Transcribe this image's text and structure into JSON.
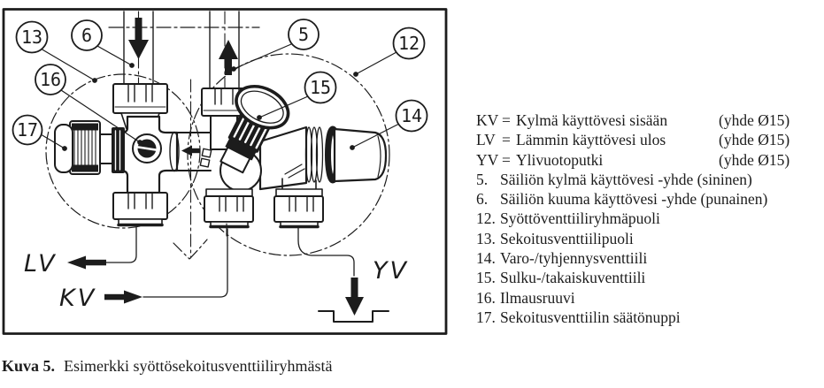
{
  "figure": {
    "caption_label": "Kuva 5.",
    "caption_text": "Esimerkki syöttösekoitusventtiiliryhmästä"
  },
  "diagram": {
    "callouts": {
      "c13": "13",
      "c6": "6",
      "c5": "5",
      "c12": "12",
      "c16": "16",
      "c17": "17",
      "c15": "15",
      "c14": "14"
    },
    "flow": {
      "lv": "LV",
      "kv": "KV",
      "yv": "YV"
    }
  },
  "legend": {
    "rows": [
      {
        "label": "KV",
        "eq": "=",
        "text": "Kylmä käyttövesi sisään",
        "note": "(yhde Ø15)",
        "indent": "abbr"
      },
      {
        "label": "LV",
        "eq": "=",
        "text": "Lämmin käyttövesi ulos",
        "note": "(yhde Ø15)",
        "indent": "abbr"
      },
      {
        "label": "YV",
        "eq": "=",
        "text": "Ylivuotoputki",
        "note": "(yhde Ø15)",
        "indent": "abbr"
      },
      {
        "label": "5.",
        "eq": "",
        "text": "Säiliön kylmä käyttövesi -yhde (sininen)",
        "note": "",
        "indent": "num"
      },
      {
        "label": "6.",
        "eq": "",
        "text": "Säiliön kuuma käyttövesi -yhde (punainen)",
        "note": "",
        "indent": "num"
      },
      {
        "label": "12.",
        "eq": "",
        "text": "Syöttöventtiiliryhmäpuoli",
        "note": "",
        "indent": "num"
      },
      {
        "label": "13.",
        "eq": "",
        "text": "Sekoitusventtiilipuoli",
        "note": "",
        "indent": "num"
      },
      {
        "label": "14.",
        "eq": "",
        "text": "Varo-/tyhjennysventtiili",
        "note": "",
        "indent": "num"
      },
      {
        "label": "15.",
        "eq": "",
        "text": "Sulku-/takaiskuventtiili",
        "note": "",
        "indent": "num"
      },
      {
        "label": "16.",
        "eq": "",
        "text": "Ilmausruuvi",
        "note": "",
        "indent": "num"
      },
      {
        "label": "17.",
        "eq": "",
        "text": "Sekoitusventtiilin säätönuppi",
        "note": "",
        "indent": "num"
      }
    ]
  },
  "colors": {
    "ink": "#1c1c1c",
    "background": "#ffffff"
  }
}
